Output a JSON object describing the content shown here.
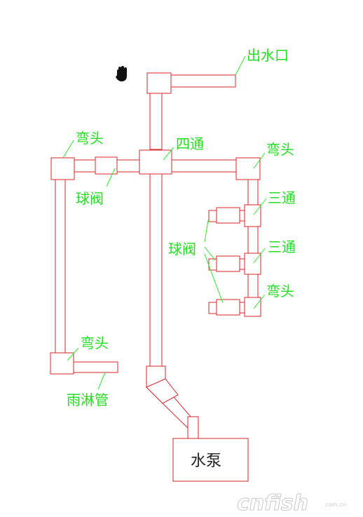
{
  "labels": {
    "outlet": "出水口",
    "elbow_top_left": "弯头",
    "cross": "四通",
    "elbow_top_right": "弯头",
    "ball_valve_left": "球阀",
    "tee_1": "三通",
    "tee_2": "三通",
    "ball_valves_right": "球阀",
    "elbow_bottom_right": "弯头",
    "elbow_bottom_left": "弯头",
    "rain_pipe": "雨淋管",
    "pump": "水泵"
  },
  "watermark": {
    "main": "cnfish",
    "sub": ".com.cn"
  },
  "colors": {
    "pipe": "#d9262b",
    "label": "#22dd22",
    "leader": "#2ee62e",
    "text_dark": "#222222"
  },
  "icons": [
    "hand-cursor-icon"
  ]
}
